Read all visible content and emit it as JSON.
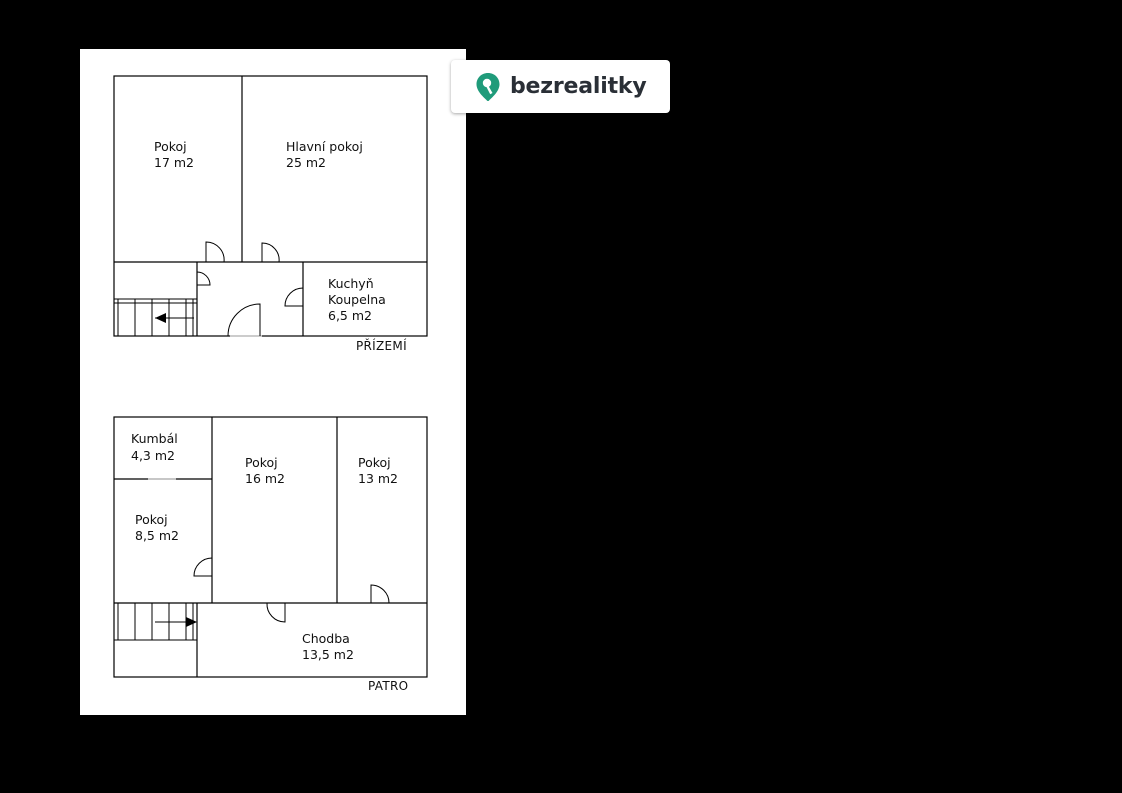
{
  "brand": {
    "name": "bezrealitky",
    "accent_color": "#1f9b7a",
    "icon": "map-pin-icon"
  },
  "floors": {
    "ground": {
      "label": "PŘÍZEMÍ",
      "rooms": {
        "pokoj": {
          "name": "Pokoj",
          "area": "17 m2"
        },
        "hlavni": {
          "name": "Hlavní pokoj",
          "area": "25 m2"
        },
        "kuchyn": {
          "name1": "Kuchyň",
          "name2": "Koupelna",
          "area": "6,5 m2"
        }
      }
    },
    "upper": {
      "label": "PATRO",
      "rooms": {
        "kumbal": {
          "name": "Kumbál",
          "area": "4,3 m2"
        },
        "pokoj16": {
          "name": "Pokoj",
          "area": "16 m2"
        },
        "pokoj13": {
          "name": "Pokoj",
          "area": "13 m2"
        },
        "pokoj85": {
          "name": "Pokoj",
          "area": "8,5 m2"
        },
        "chodba": {
          "name": "Chodba",
          "area": "13,5 m2"
        }
      }
    }
  }
}
